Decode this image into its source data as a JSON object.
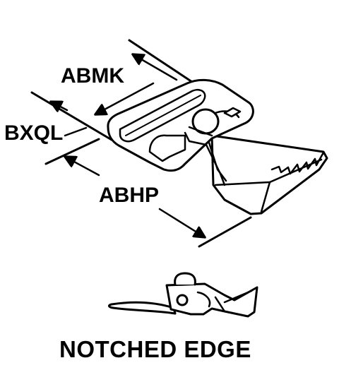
{
  "diagram": {
    "dimension_labels": {
      "abmk": "ABMK",
      "bxql": "BXQL",
      "abhp": "ABHP"
    },
    "caption": "NOTCHED EDGE"
  }
}
